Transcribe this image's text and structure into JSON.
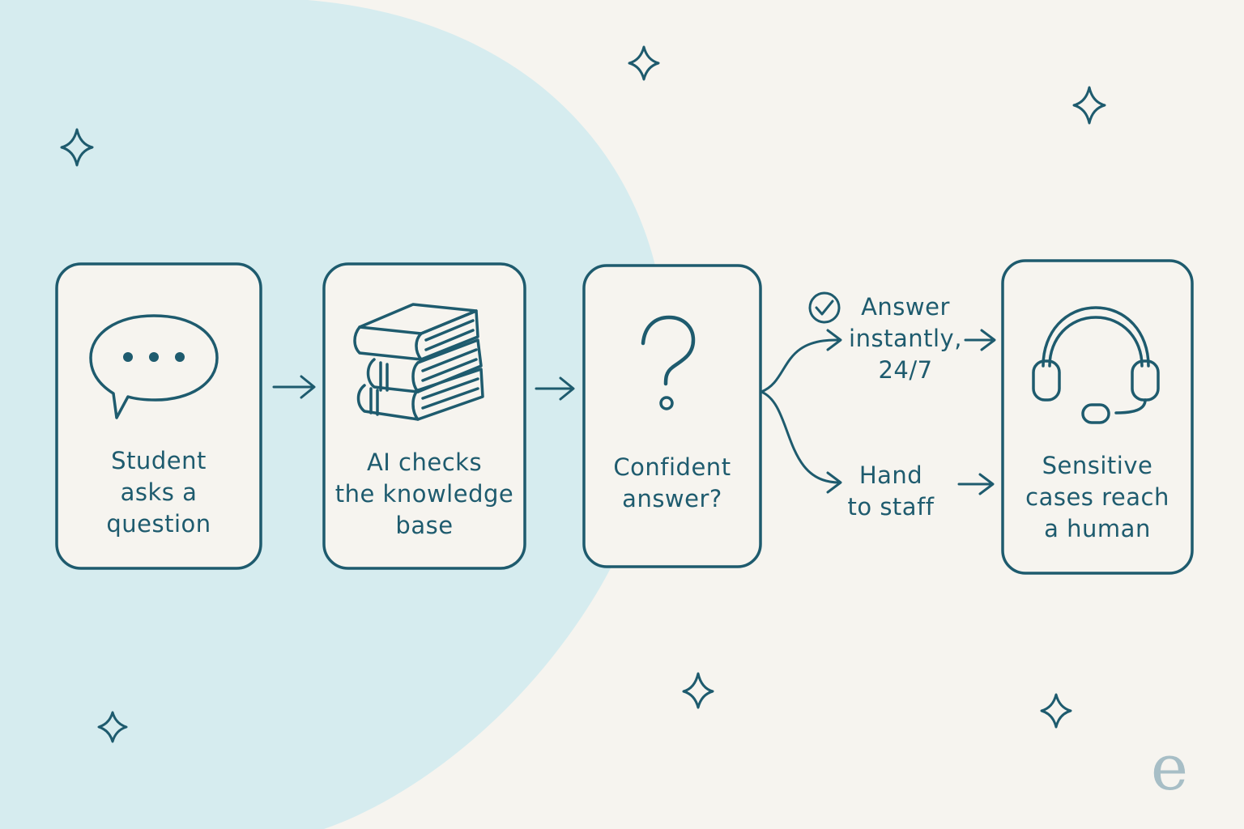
{
  "colors": {
    "ink": "#1e5b6e",
    "background": "#f6f4ef",
    "blob": "#d6ecef",
    "watermark": "#a7bec6"
  },
  "steps": [
    {
      "label": "Student\nasks a\nquestion",
      "icon": "speech-bubble-icon"
    },
    {
      "label": "AI checks\nthe knowledge\nbase",
      "icon": "books-icon"
    },
    {
      "label": "Confident\nanswer?",
      "icon": "question-mark-icon"
    },
    {
      "label": "Sensitive\ncases reach\na human",
      "icon": "headset-icon"
    }
  ],
  "branches": {
    "yes": {
      "label": "Answer\ninstantly,\n24/7",
      "icon": "check-circle-icon"
    },
    "no": {
      "label": "Hand\nto staff"
    }
  },
  "watermark": {
    "text": "e"
  }
}
